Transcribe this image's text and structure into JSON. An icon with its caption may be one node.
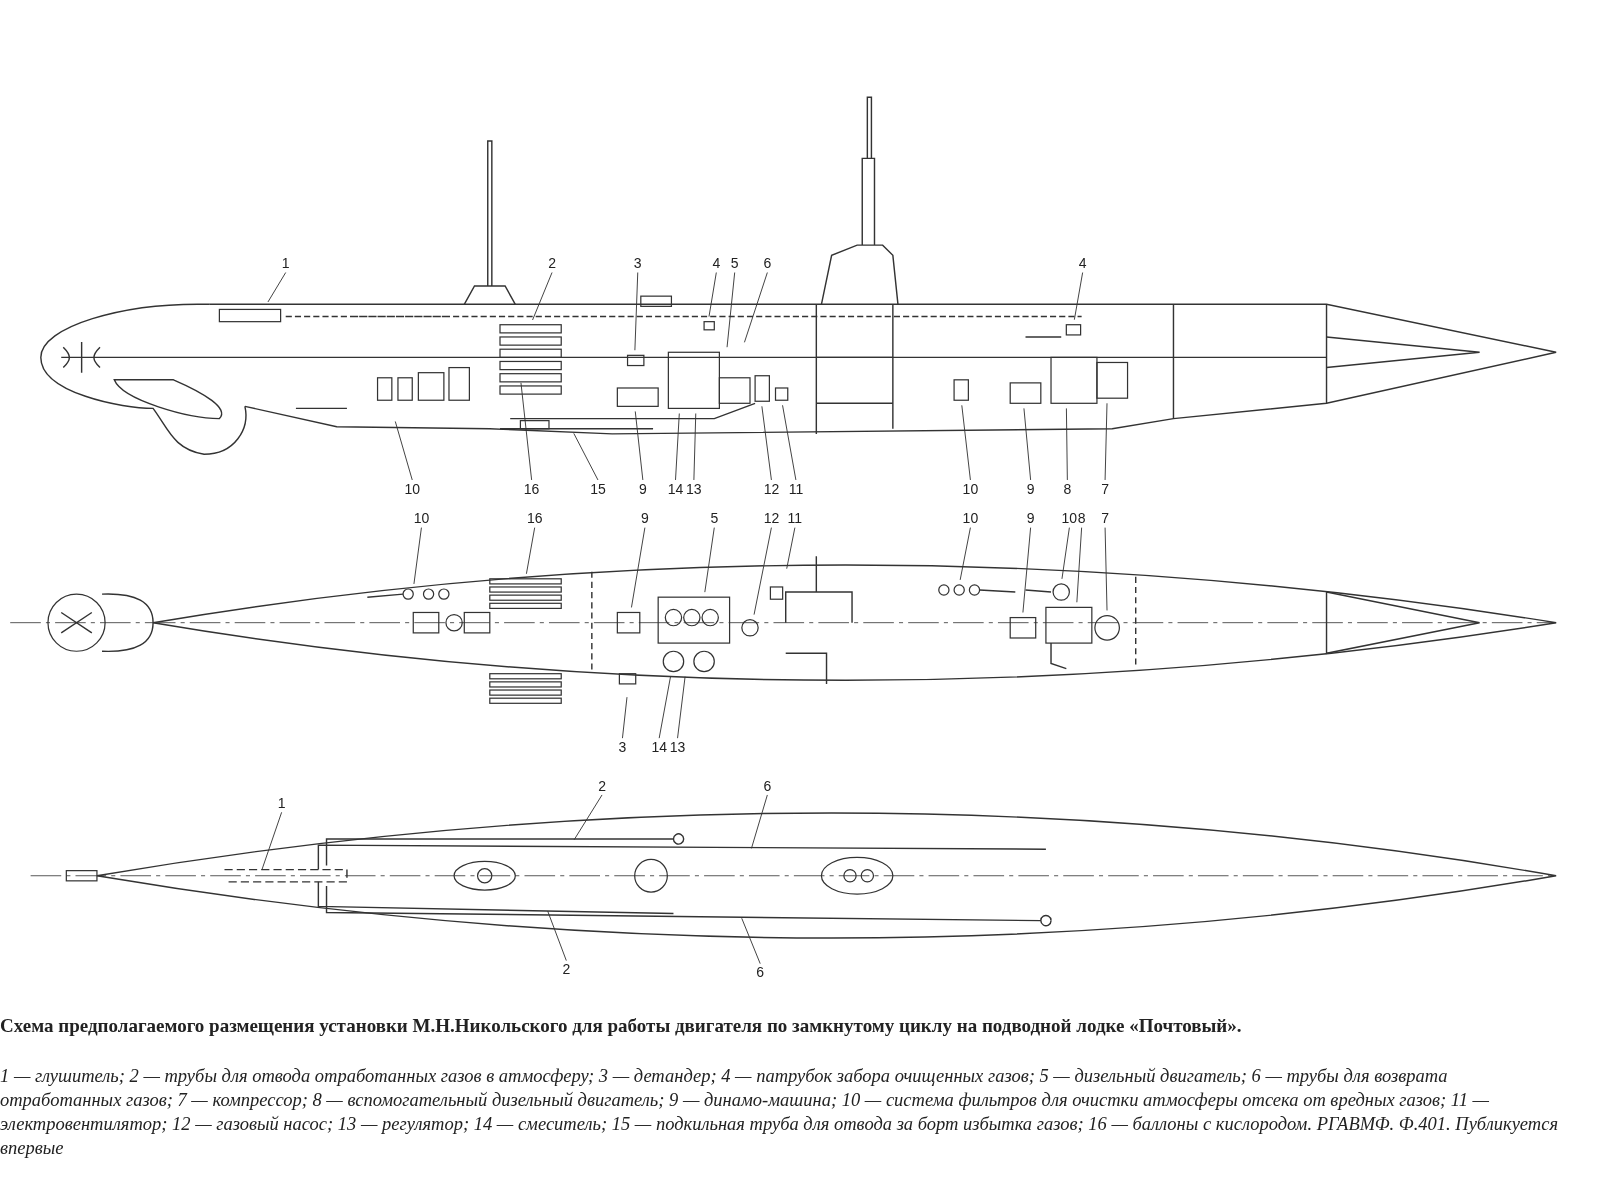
{
  "diagram": {
    "title": "Схема предполагаемого размещения установки М.Н.Никольского для работы двигателя по замкнутому циклу на подводной лодке «Почтовый».",
    "caption": "1 — глушитель; 2 — трубы для отвода отработанных газов в атмосферу; 3 — детандер; 4 — патрубок забора очищенных газов; 5 — дизельный двигатель; 6 — трубы для возврата отработанных газов; 7 — компрессор; 8 — вспомогательный дизельный двигатель; 9 — динамо-машина; 10 — система фильтров для очистки атмосферы отсека от вредных газов; 11 — электровентилятор; 12 — газовый насос; 13 — регулятор; 14 — смеситель; 15 — подкильная труба для отвода за борт избытка газов; 16 — баллоны с кислородом. РГАВМФ. Ф.401. Публикуется впервые",
    "nodes": [
      {
        "text": [
          "1"
        ]
      },
      {
        "text": [
          "2"
        ]
      },
      {
        "text": [
          "3"
        ]
      },
      {
        "text": [
          "4"
        ]
      },
      {
        "text": [
          "5"
        ]
      },
      {
        "text": [
          "6"
        ]
      },
      {
        "text": [
          "4"
        ]
      },
      {
        "text": [
          "10"
        ]
      },
      {
        "text": [
          "16"
        ]
      },
      {
        "text": [
          "15"
        ]
      },
      {
        "text": [
          "9"
        ]
      },
      {
        "text": [
          "14"
        ]
      },
      {
        "text": [
          "13"
        ]
      },
      {
        "text": [
          "12"
        ]
      },
      {
        "text": [
          "11"
        ]
      },
      {
        "text": [
          "10"
        ]
      },
      {
        "text": [
          "9"
        ]
      },
      {
        "text": [
          "8"
        ]
      },
      {
        "text": [
          "7"
        ]
      },
      {
        "text": [
          "10"
        ]
      },
      {
        "text": [
          "16"
        ]
      },
      {
        "text": [
          "9"
        ]
      },
      {
        "text": [
          "5"
        ]
      },
      {
        "text": [
          "12"
        ]
      },
      {
        "text": [
          "11"
        ]
      },
      {
        "text": [
          "10"
        ]
      },
      {
        "text": [
          "9"
        ]
      },
      {
        "text": [
          "10"
        ]
      },
      {
        "text": [
          "8"
        ]
      },
      {
        "text": [
          "7"
        ]
      },
      {
        "text": [
          "3"
        ]
      },
      {
        "text": [
          "14"
        ]
      },
      {
        "text": [
          "13"
        ]
      },
      {
        "text": [
          "1"
        ]
      },
      {
        "text": [
          "2"
        ]
      },
      {
        "text": [
          "6"
        ]
      },
      {
        "text": [
          "2"
        ]
      },
      {
        "text": [
          "6"
        ]
      },
      {
        "text": [],
        "shape": "picture"
      },
      {
        "text": [],
        "shape": "picture"
      },
      {
        "text": [],
        "shape": "picture"
      },
      {
        "text": [],
        "shape": "picture"
      },
      {
        "text": [],
        "shape": "picture"
      }
    ],
    "edges": [
      {
        "from": 0,
        "to": null,
        "arrow": "none"
      },
      {
        "from": 1,
        "to": null,
        "arrow": "none"
      },
      {
        "from": 2,
        "to": null,
        "arrow": "none"
      },
      {
        "from": 3,
        "to": null,
        "arrow": "none"
      },
      {
        "from": 4,
        "to": null,
        "arrow": "none"
      },
      {
        "from": 5,
        "to": null,
        "arrow": "none"
      },
      {
        "from": 6,
        "to": null,
        "arrow": "none"
      },
      {
        "from": 7,
        "to": null,
        "arrow": "none"
      },
      {
        "from": 8,
        "to": null,
        "arrow": "none"
      },
      {
        "from": 9,
        "to": null,
        "arrow": "none"
      },
      {
        "from": 10,
        "to": null,
        "arrow": "none"
      },
      {
        "from": 11,
        "to": null,
        "arrow": "none"
      },
      {
        "from": 12,
        "to": null,
        "arrow": "none"
      },
      {
        "from": 13,
        "to": null,
        "arrow": "none"
      },
      {
        "from": 14,
        "to": null,
        "arrow": "none"
      },
      {
        "from": 15,
        "to": null,
        "arrow": "none"
      },
      {
        "from": 16,
        "to": null,
        "arrow": "none"
      },
      {
        "from": 17,
        "to": null,
        "arrow": "none"
      },
      {
        "from": 18,
        "to": null,
        "arrow": "none"
      },
      {
        "from": 19,
        "to": null,
        "arrow": "none"
      },
      {
        "from": 20,
        "to": null,
        "arrow": "none"
      },
      {
        "from": 21,
        "to": null,
        "arrow": "none"
      },
      {
        "from": 22,
        "to": null,
        "arrow": "none"
      },
      {
        "from": 23,
        "to": null,
        "arrow": "none"
      },
      {
        "from": 24,
        "to": null,
        "arrow": "none"
      },
      {
        "from": 25,
        "to": null,
        "arrow": "none"
      },
      {
        "from": 26,
        "to": null,
        "arrow": "none"
      },
      {
        "from": 27,
        "to": null,
        "arrow": "none"
      },
      {
        "from": 28,
        "to": null,
        "arrow": "none"
      },
      {
        "from": 29,
        "to": null,
        "arrow": "none"
      },
      {
        "from": 30,
        "to": null,
        "arrow": "none"
      },
      {
        "from": 31,
        "to": null,
        "arrow": "none"
      },
      {
        "from": 32,
        "to": null,
        "arrow": "none"
      },
      {
        "from": 33,
        "to": 38,
        "arrow": "none"
      },
      {
        "from": 34,
        "to": 39,
        "arrow": "none"
      },
      {
        "from": 35,
        "to": 40,
        "arrow": "none"
      },
      {
        "from": 36,
        "to": 41,
        "arrow": "none"
      },
      {
        "from": 37,
        "to": 42,
        "arrow": "none"
      }
    ]
  }
}
